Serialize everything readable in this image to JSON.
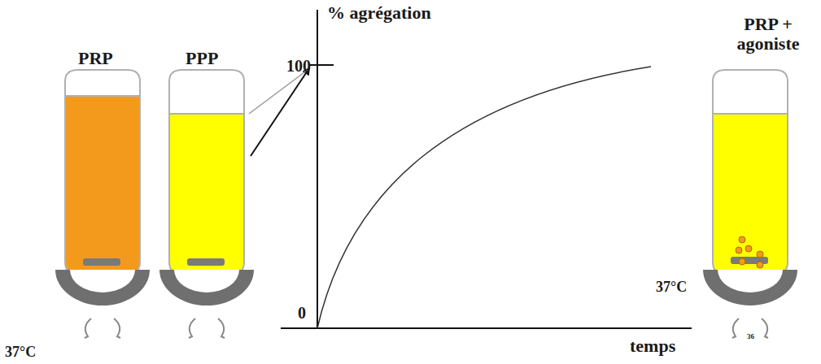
{
  "diagram": {
    "labels": [
      "PRP",
      "PPP",
      "% agrégation",
      "100",
      "0",
      "temps",
      "PRP + agoniste",
      "37°C",
      "37°C",
      "36"
    ]
  }
}
